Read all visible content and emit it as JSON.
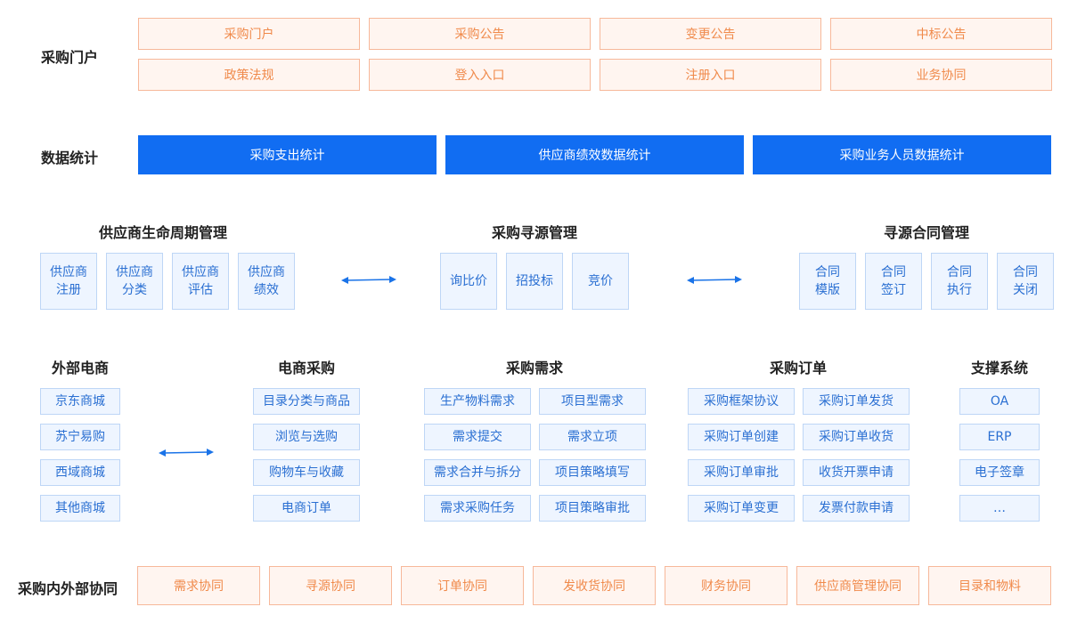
{
  "portal": {
    "label": "采购门户",
    "items": [
      "采购门户",
      "采购公告",
      "变更公告",
      "中标公告",
      "政策法规",
      "登入入口",
      "注册入口",
      "业务协同"
    ]
  },
  "stats": {
    "label": "数据统计",
    "items": [
      "采购支出统计",
      "供应商绩效数据统计",
      "采购业务人员数据统计"
    ]
  },
  "supplier": {
    "title": "供应商生命周期管理",
    "items": [
      {
        "l1": "供应商",
        "l2": "注册"
      },
      {
        "l1": "供应商",
        "l2": "分类"
      },
      {
        "l1": "供应商",
        "l2": "评估"
      },
      {
        "l1": "供应商",
        "l2": "绩效"
      }
    ]
  },
  "sourcing": {
    "title": "采购寻源管理",
    "items": [
      "询比价",
      "招投标",
      "竞价"
    ]
  },
  "contract": {
    "title": "寻源合同管理",
    "items": [
      {
        "l1": "合同",
        "l2": "模版"
      },
      {
        "l1": "合同",
        "l2": "签订"
      },
      {
        "l1": "合同",
        "l2": "执行"
      },
      {
        "l1": "合同",
        "l2": "关闭"
      }
    ]
  },
  "external": {
    "title": "外部电商",
    "items": [
      "京东商城",
      "苏宁易购",
      "西域商城",
      "其他商城"
    ]
  },
  "ecommerce": {
    "title": "电商采购",
    "items": [
      "目录分类与商品",
      "浏览与选购",
      "购物车与收藏",
      "电商订单"
    ]
  },
  "demand": {
    "title": "采购需求",
    "items": [
      "生产物料需求",
      "项目型需求",
      "需求提交",
      "需求立项",
      "需求合并与拆分",
      "项目策略填写",
      "需求采购任务",
      "项目策略审批"
    ]
  },
  "order": {
    "title": "采购订单",
    "items": [
      "采购框架协议",
      "采购订单发货",
      "采购订单创建",
      "采购订单收货",
      "采购订单审批",
      "收货开票申请",
      "采购订单变更",
      "发票付款申请"
    ]
  },
  "support": {
    "title": "支撑系统",
    "items": [
      "OA",
      "ERP",
      "电子签章",
      "…"
    ]
  },
  "collab": {
    "label": "采购内外部协同",
    "items": [
      "需求协同",
      "寻源协同",
      "订单协同",
      "发收货协同",
      "财务协同",
      "供应商管理协同",
      "目录和物料"
    ]
  },
  "colors": {
    "orange_border": "#f7b89a",
    "orange_fill": "#fff5f0",
    "orange_text": "#f08a4b",
    "blue_bar": "#116df2",
    "light_border": "#bed6f6",
    "light_fill": "#eef5ff",
    "light_text": "#2a6fd2",
    "arrow": "#1a73e8"
  }
}
